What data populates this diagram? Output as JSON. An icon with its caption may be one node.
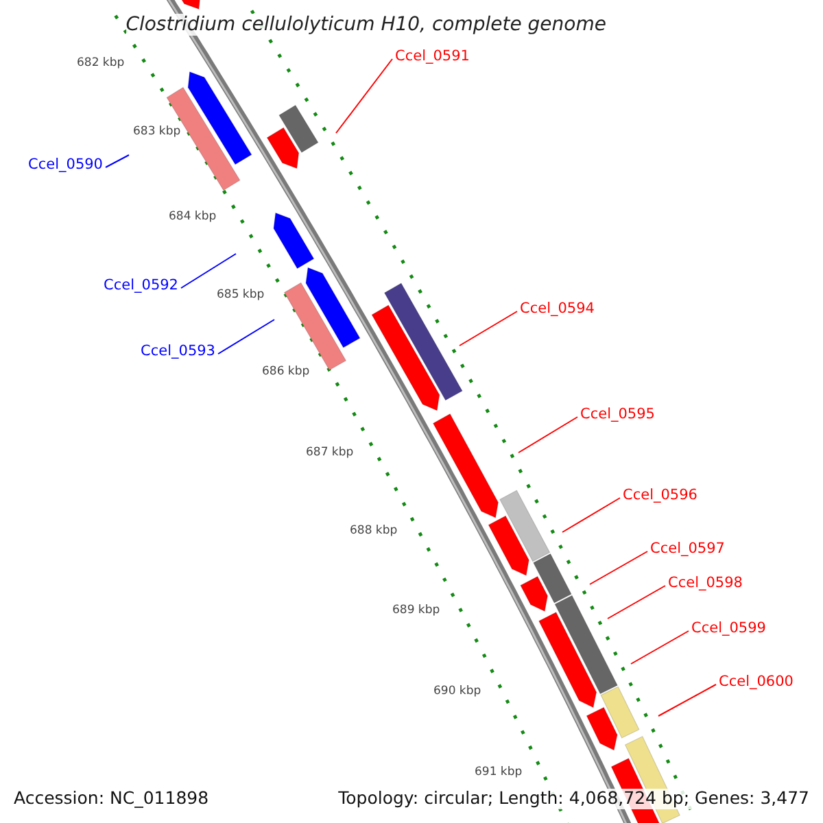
{
  "diagram": {
    "title": "Clostridium cellulolyticum H10, complete genome",
    "nodes": [
      {
        "text": [
          "Ccel_0591"
        ]
      },
      {
        "text": [
          "Ccel_0590"
        ]
      },
      {
        "text": [
          "Ccel_0592"
        ]
      },
      {
        "text": [
          "Ccel_0594"
        ]
      },
      {
        "text": [
          "Ccel_0593"
        ]
      },
      {
        "text": [
          "Ccel_0595"
        ]
      },
      {
        "text": [
          "Ccel_0596"
        ]
      },
      {
        "text": [
          "Ccel_0597"
        ]
      },
      {
        "text": [
          "Ccel_0598"
        ]
      },
      {
        "text": [
          "Ccel_0599"
        ]
      },
      {
        "text": [
          "Ccel_0600"
        ]
      }
    ],
    "edges": [
      {
        "from": 0,
        "to": null,
        "arrow": "none"
      },
      {
        "from": 1,
        "to": null,
        "arrow": "none",
        "color": "#0000ff"
      },
      {
        "from": 2,
        "to": null,
        "arrow": "none",
        "color": "#0000ff"
      },
      {
        "from": 3,
        "to": null,
        "arrow": "none"
      },
      {
        "from": 4,
        "to": null,
        "arrow": "none",
        "color": "#0000ff"
      },
      {
        "from": 5,
        "to": null,
        "arrow": "none"
      },
      {
        "from": 6,
        "to": null,
        "arrow": "none"
      },
      {
        "from": 7,
        "to": null,
        "arrow": "none"
      },
      {
        "from": 8,
        "to": null,
        "arrow": "none"
      },
      {
        "from": 9,
        "to": null,
        "arrow": "none"
      },
      {
        "from": 10,
        "to": null,
        "arrow": "none"
      }
    ],
    "labels": [
      "682 kbp",
      "683 kbp",
      "684 kbp",
      "685 kbp",
      "686 kbp",
      "687 kbp",
      "688 kbp",
      "689 kbp",
      "690 kbp",
      "691 kbp",
      "Accession: NC_011898",
      "Topology: circular; Length: 4,068,724 bp; Genes: 3,477"
    ]
  }
}
